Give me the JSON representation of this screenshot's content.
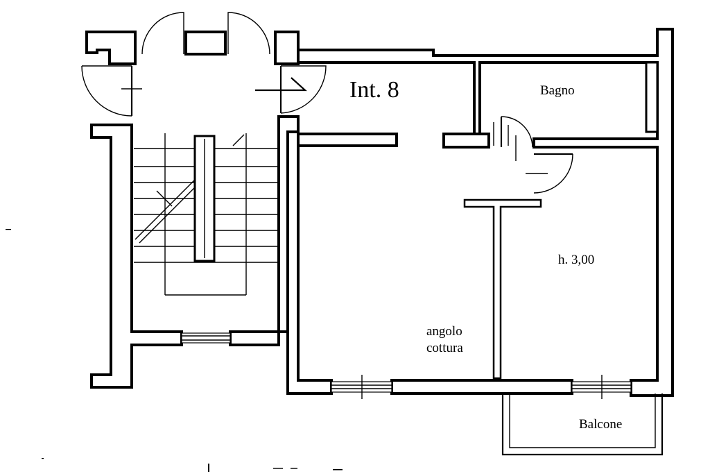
{
  "floor_plan": {
    "unit_label": "Int. 8",
    "rooms": {
      "bathroom": "Bagno",
      "bedroom_height": "h. 3,00",
      "kitchen_line1": "angolo",
      "kitchen_line2": "cottura",
      "balcony": "Balcone"
    },
    "colors": {
      "ink": "#000000",
      "paper": "#ffffff"
    }
  }
}
